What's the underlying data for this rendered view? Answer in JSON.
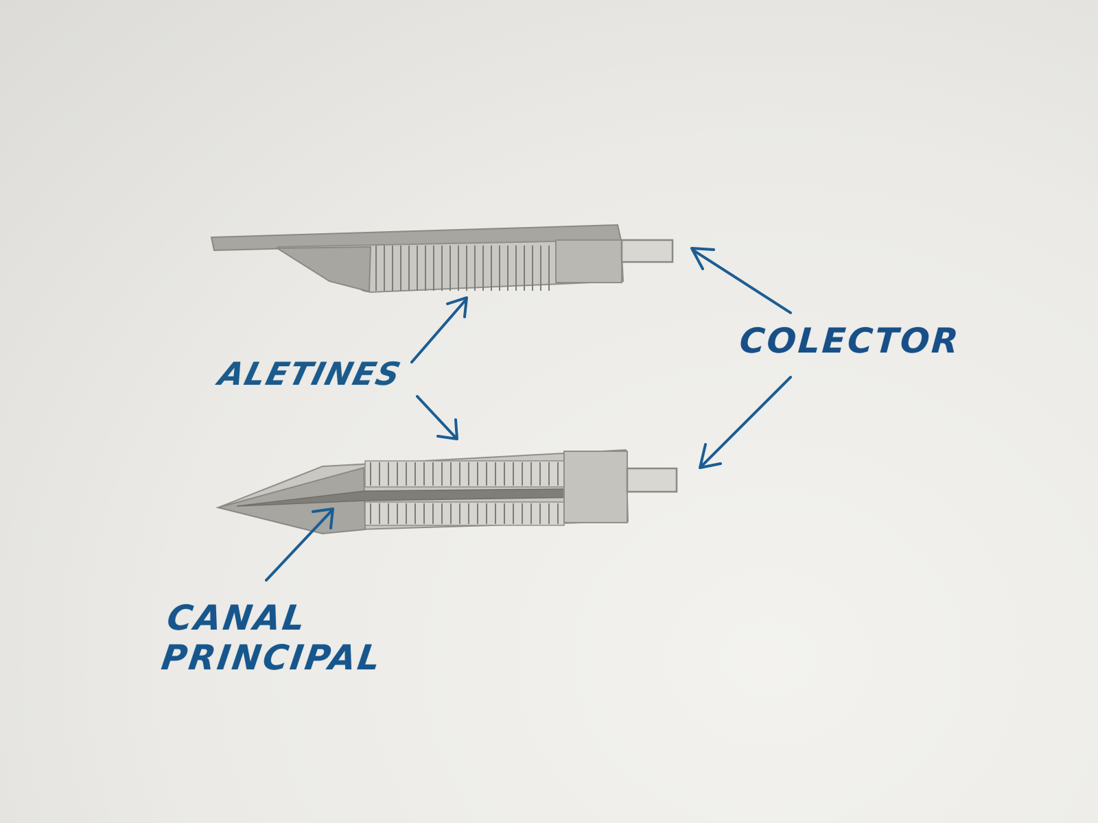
{
  "labels": {
    "aletines": "ALETINES",
    "colector": "COLECTOR",
    "canal_line1": "CANAL",
    "canal_line2": "PRINCIPAL"
  },
  "colors": {
    "ink": "#1b5d93",
    "pencil": "#8f8e89",
    "paper": "#ecebe8"
  }
}
